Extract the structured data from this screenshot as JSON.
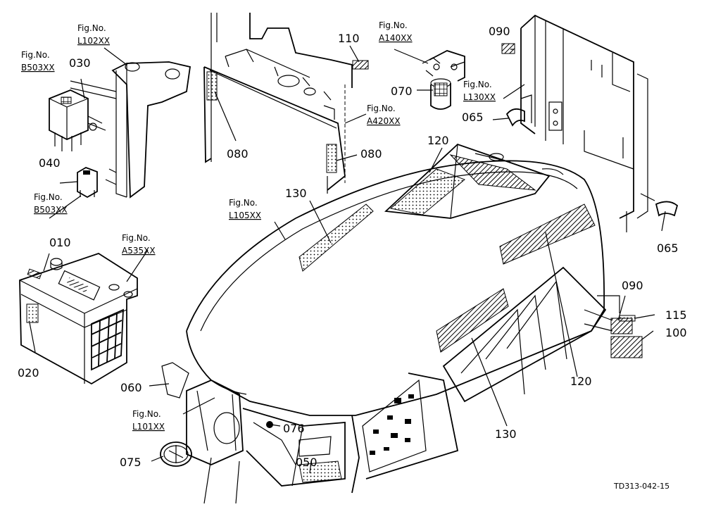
{
  "drawing_code": "TD313-042-15",
  "parts": {
    "p010": "010",
    "p020": "020",
    "p030": "030",
    "p040": "040",
    "p050": "050",
    "p060": "060",
    "p065a": "065",
    "p065b": "065",
    "p070": "070",
    "p075": "075",
    "p076": "076",
    "p080a": "080",
    "p080b": "080",
    "p090a": "090",
    "p090b": "090",
    "p100": "100",
    "p110": "110",
    "p115": "115",
    "p120a": "120",
    "p120b": "120",
    "p130a": "130",
    "p130b": "130"
  },
  "fig_refs": {
    "label": "Fig.No.",
    "L102": "L102XX",
    "B503a": "B503XX",
    "B503b": "B503XX",
    "A140": "A140XX",
    "L130": "L130XX",
    "A420": "A420XX",
    "L105": "L105XX",
    "A535": "A535XX",
    "L101": "L101XX"
  }
}
